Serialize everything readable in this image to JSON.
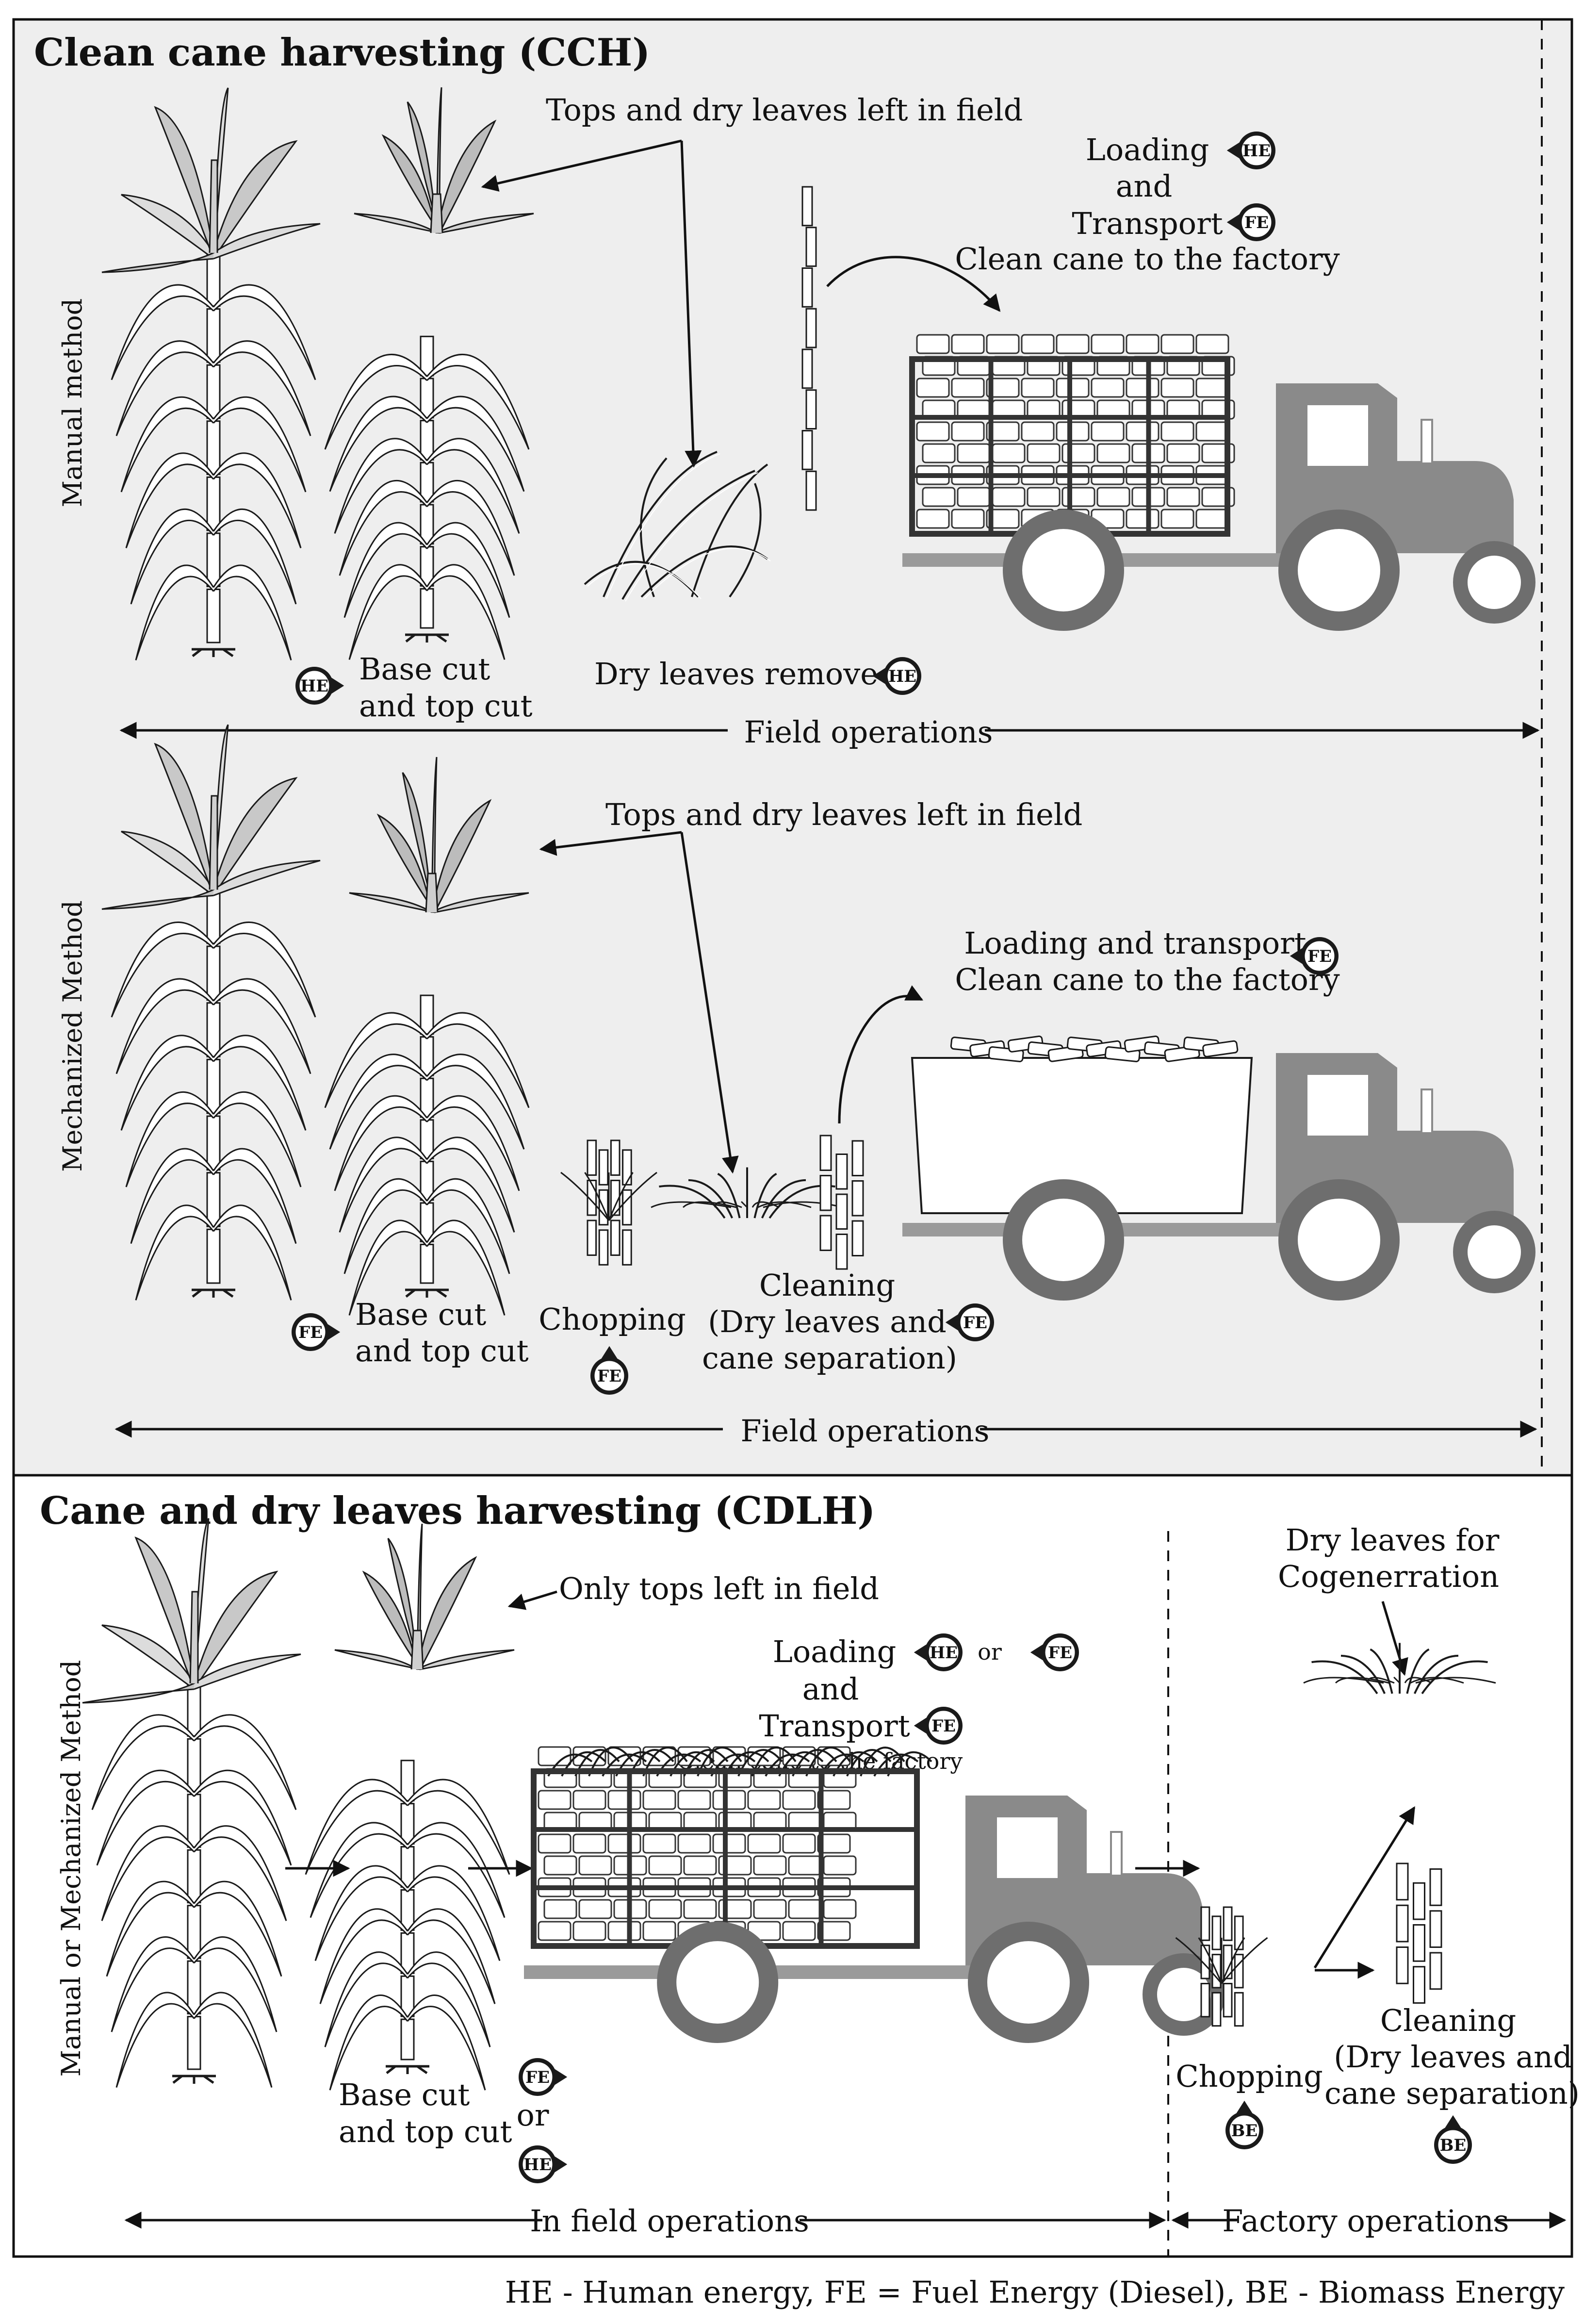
{
  "cch": {
    "title": "Clean cane harvesting (CCH)",
    "manual": {
      "side_label": "Manual method",
      "tops_label": "Tops and dry leaves left in field",
      "loading": [
        "Loading",
        "and",
        "Transport"
      ],
      "clean_cane": "Clean cane to the factory",
      "dry_remove": "Dry leaves remove",
      "base_cut": [
        "Base cut",
        "and top cut"
      ],
      "field_ops": "Field operations"
    },
    "mechanized": {
      "side_label": "Mechanized Method",
      "tops_label": "Tops and dry leaves left in field",
      "loading": "Loading and transport",
      "clean_cane": "Clean cane to the factory",
      "base_cut": [
        "Base cut",
        "and top cut"
      ],
      "chopping": "Chopping",
      "cleaning": [
        "Cleaning",
        "(Dry leaves and",
        "cane separation)"
      ],
      "field_ops": "Field operations"
    }
  },
  "cdlh": {
    "title": "Cane and dry leaves harvesting (CDLH)",
    "side_label": "Manual  or Mechanized Method",
    "only_tops": "Only tops left in field",
    "loading": [
      "Loading",
      "and",
      "Transport"
    ],
    "or_small": "or",
    "clean_cane": "Clean cane to the factory",
    "base_cut": [
      "Base cut",
      "and top cut"
    ],
    "or": "or",
    "dry_leaves": [
      "Dry leaves for",
      "Cogenerration"
    ],
    "chopping": "Chopping",
    "cleaning": [
      "Cleaning",
      "(Dry leaves and",
      "cane separation)"
    ],
    "in_field": "In field operations",
    "factory": "Factory operations"
  },
  "energy_tags": {
    "he": "HE",
    "fe": "FE",
    "be": "BE"
  },
  "legend": "HE - Human energy, FE = Fuel Energy (Diesel), BE - Biomass Energy",
  "colors": {
    "panel_bg": "#eeeeee",
    "tractor": "#8a8a8a",
    "line": "#1a1a1a"
  }
}
